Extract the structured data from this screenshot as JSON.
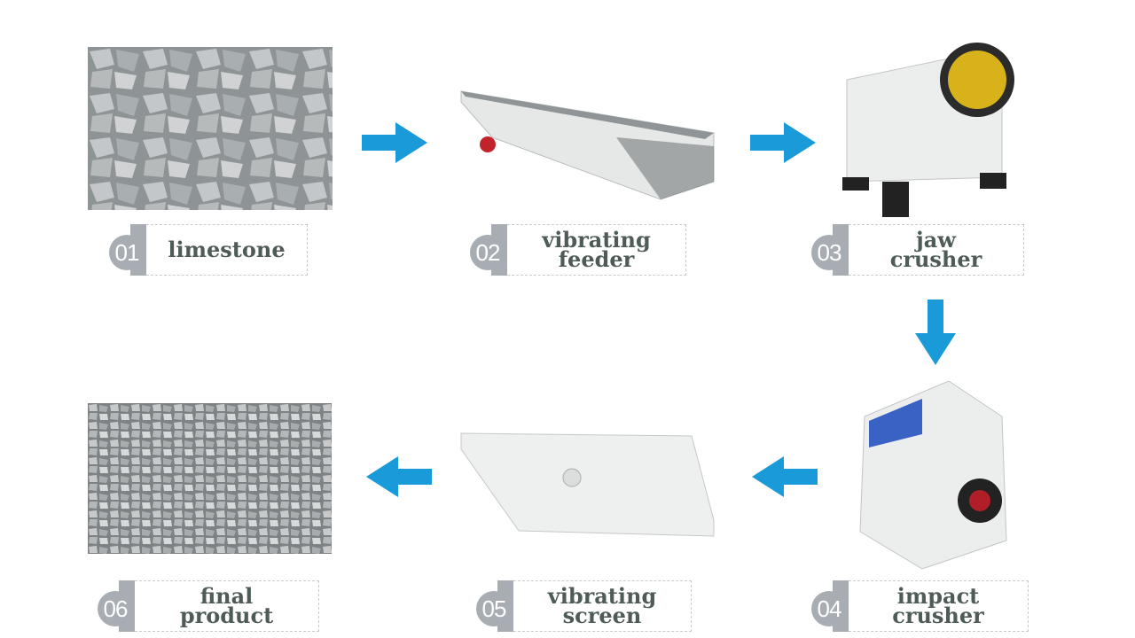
{
  "accent_color": "#1a9ad9",
  "steps": [
    {
      "number": "01",
      "line1": "limestone",
      "line2": "",
      "image": "limestone-rocks"
    },
    {
      "number": "02",
      "line1": "vibrating",
      "line2": "feeder",
      "image": "vibrating-feeder-machine"
    },
    {
      "number": "03",
      "line1": "jaw",
      "line2": "crusher",
      "image": "jaw-crusher-machine"
    },
    {
      "number": "04",
      "line1": "impact",
      "line2": "crusher",
      "image": "impact-crusher-machine"
    },
    {
      "number": "05",
      "line1": "vibrating",
      "line2": "screen",
      "image": "vibrating-screen-machine"
    },
    {
      "number": "06",
      "line1": "final",
      "line2": "product",
      "image": "crushed-stone-aggregate"
    }
  ]
}
